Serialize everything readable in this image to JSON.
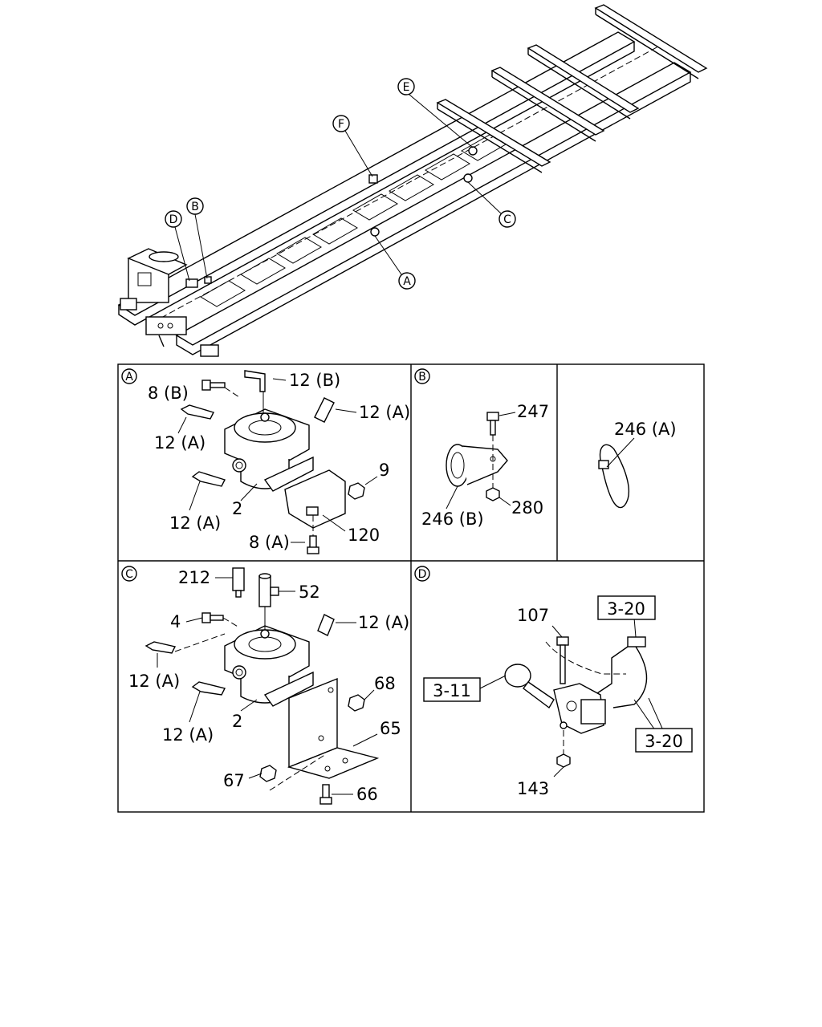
{
  "overview": {
    "callouts": {
      "a": "A",
      "b": "B",
      "c": "C",
      "d": "D",
      "e": "E",
      "f": "F"
    }
  },
  "panel_a": {
    "marker": "A",
    "labels": {
      "l12b": "12 (B)",
      "l8b": "8 (B)",
      "l12a_top": "12 (A)",
      "l12a_left": "12 (A)",
      "l9": "9",
      "l2": "2",
      "l12a_bottom": "12 (A)",
      "l120": "120",
      "l8a": "8 (A)"
    }
  },
  "panel_b": {
    "marker": "B",
    "labels": {
      "l247": "247",
      "l280": "280",
      "l246b": "246 (B)",
      "l246a": "246 (A)"
    }
  },
  "panel_c": {
    "marker": "C",
    "labels": {
      "l212": "212",
      "l52": "52",
      "l4": "4",
      "l12a_right": "12 (A)",
      "l12a_left": "12 (A)",
      "l68": "68",
      "l2": "2",
      "l12a_bottom": "12 (A)",
      "l65": "65",
      "l67": "67",
      "l66": "66"
    }
  },
  "panel_d": {
    "marker": "D",
    "labels": {
      "l107": "107",
      "ref320_top": "3-20",
      "ref311": "3-11",
      "ref320_bottom": "3-20",
      "l143": "143"
    }
  }
}
